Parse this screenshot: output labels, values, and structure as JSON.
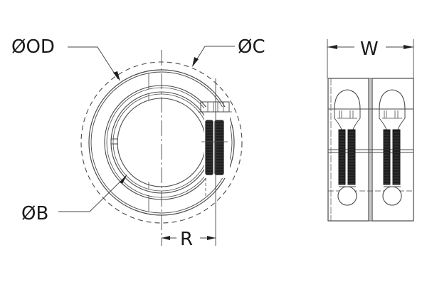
{
  "diagram": {
    "type": "technical-drawing",
    "subject": "two-piece clamp shaft collar",
    "views": [
      "front-view",
      "side-view"
    ],
    "colors": {
      "line": "#4a4a4a",
      "dark_fill": "#1e1e1e",
      "text": "#1a1a1a",
      "gap_fill": "#c8c8c8",
      "background": "#ffffff"
    },
    "labels": {
      "outer_diameter": "ØOD",
      "clearance_diameter": "ØC",
      "bore_diameter": "ØB",
      "radius_to_screw": "R",
      "width": "W"
    }
  }
}
